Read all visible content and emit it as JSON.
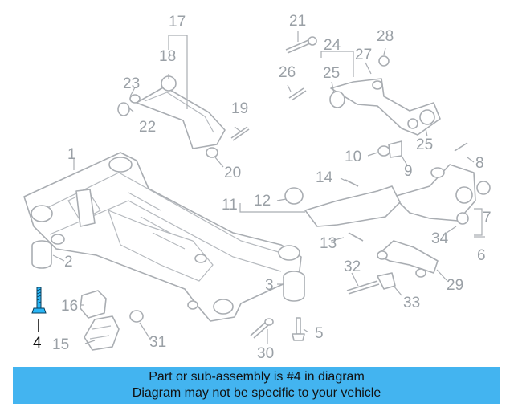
{
  "callouts": [
    "1",
    "2",
    "3",
    "4",
    "5",
    "6",
    "7",
    "8",
    "9",
    "10",
    "11",
    "12",
    "13",
    "14",
    "15",
    "16",
    "17",
    "18",
    "19",
    "20",
    "21",
    "22",
    "23",
    "24",
    "25",
    "25",
    "26",
    "27",
    "28",
    "29",
    "30",
    "31",
    "32",
    "33",
    "34"
  ],
  "highlighted_callout": "4",
  "colors": {
    "banner": "#43b4f0",
    "highlight_part": "#29b6f6",
    "line_art": "#a9adb2",
    "label_text": "#9aa0a6"
  },
  "banner": {
    "line1": "Part or sub-assembly is #4 in diagram",
    "line2": "Diagram may not be specific to your vehicle"
  }
}
